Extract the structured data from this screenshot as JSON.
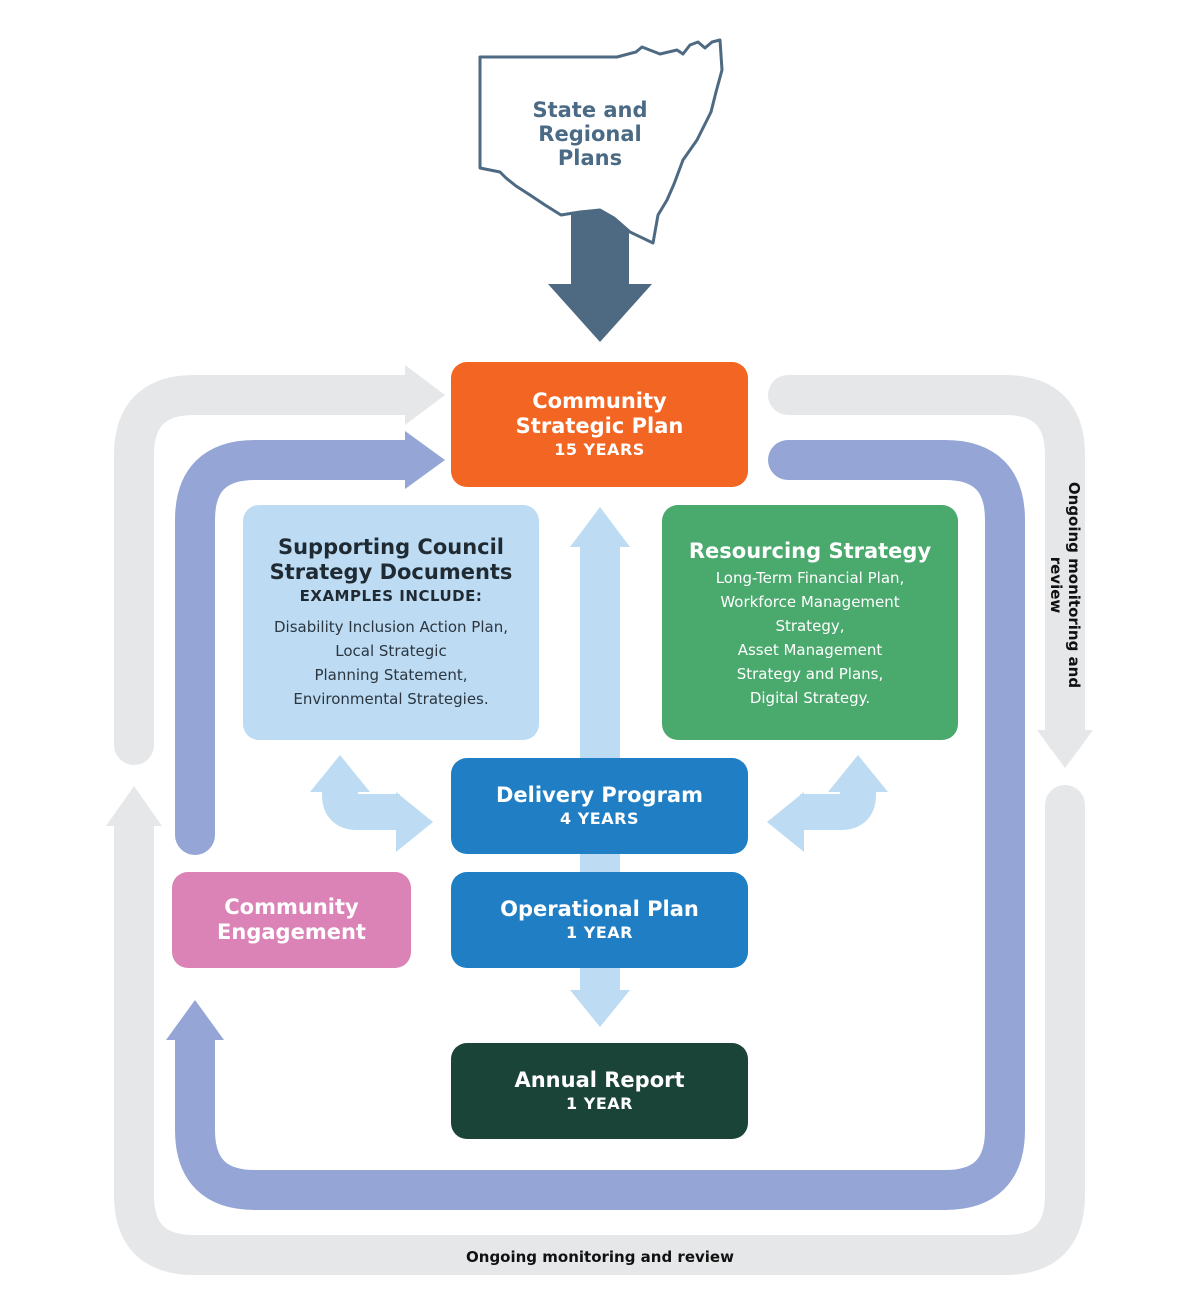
{
  "state": {
    "label": "State and\nRegional\nPlans"
  },
  "csp": {
    "title": "Community\nStrategic Plan",
    "duration": "15 YEARS"
  },
  "support": {
    "title": "Supporting Council\nStrategy Documents",
    "subtitle": "EXAMPLES INCLUDE:",
    "body": "Disability Inclusion Action Plan,\nLocal Strategic\nPlanning Statement,\nEnvironmental Strategies."
  },
  "resourcing": {
    "title": "Resourcing Strategy",
    "body": "Long-Term Financial Plan,\nWorkforce Management\nStrategy,\nAsset Management\nStrategy and Plans,\nDigital Strategy."
  },
  "delivery": {
    "title": "Delivery Program",
    "duration": "4 YEARS"
  },
  "operational": {
    "title": "Operational Plan",
    "duration": "1 YEAR"
  },
  "annual": {
    "title": "Annual Report",
    "duration": "1 YEAR"
  },
  "engagement": {
    "title": "Community\nEngagement"
  },
  "monitoring": {
    "right": "Ongoing monitoring and review",
    "bottom": "Ongoing monitoring and review"
  },
  "colors": {
    "outer_loop": "#e6e7e9",
    "inner_loop": "#94a5d6",
    "light_arrow": "#bddcf3",
    "state_arrow": "#4d6a82",
    "csp": "#f26522",
    "support": "#bddcf3",
    "resourcing": "#4aa96c",
    "delivery": "#1f7ec4",
    "annual": "#1b4438",
    "engagement": "#db83b6"
  }
}
